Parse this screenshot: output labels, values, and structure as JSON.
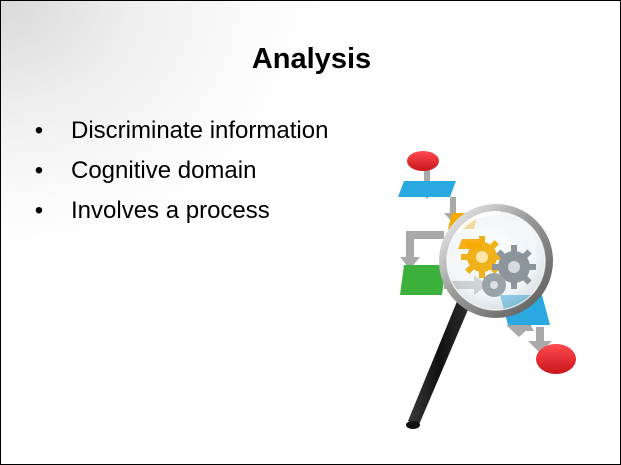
{
  "slide": {
    "title": "Analysis",
    "bullets": [
      {
        "bullet": "•",
        "text": "Discriminate information"
      },
      {
        "bullet": "•",
        "text": "Cognitive domain"
      },
      {
        "bullet": "•",
        "text": "Involves a process"
      }
    ]
  },
  "illustration": {
    "icon": "magnifier-flowchart-icon",
    "colors": {
      "red": "#e8262b",
      "blue": "#2aa9e0",
      "orange": "#f7a800",
      "green": "#3bb13b",
      "arrow_gray": "#a9a9a9",
      "handle": "#1a1a1a"
    }
  }
}
